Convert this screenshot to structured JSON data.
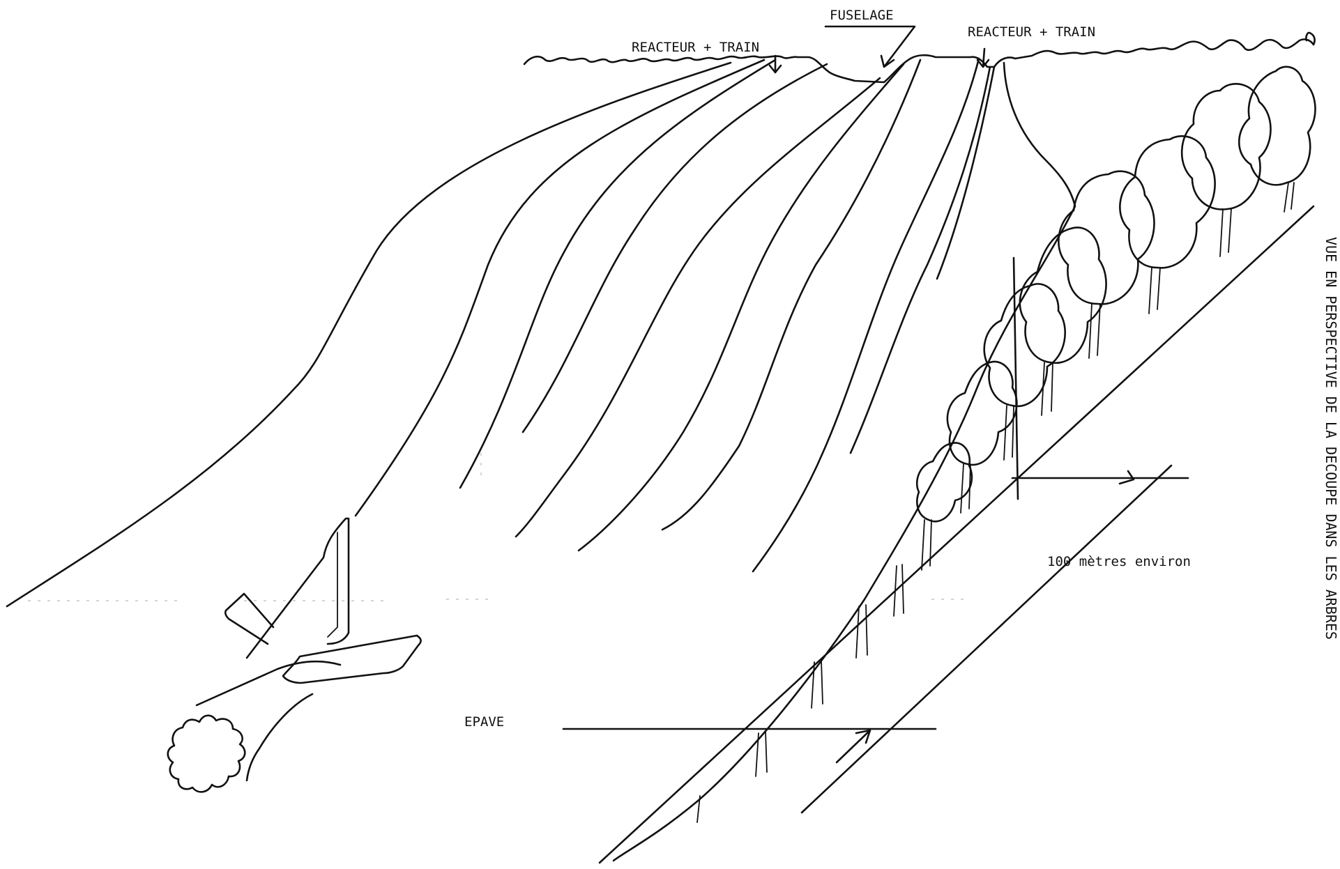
{
  "labels": {
    "reacteur_train_left": "REACTEUR + TRAIN",
    "fuselage": "FUSELAGE",
    "reacteur_train_right": "REACTEUR + TRAIN",
    "epave": "EPAVE",
    "distance": "100 mètres environ",
    "caption": "VUE EN PERSPECTIVE DE LA DECOUPE DANS LES ARBRES"
  },
  "colors": {
    "ink": "#111111",
    "background": "#ffffff"
  }
}
